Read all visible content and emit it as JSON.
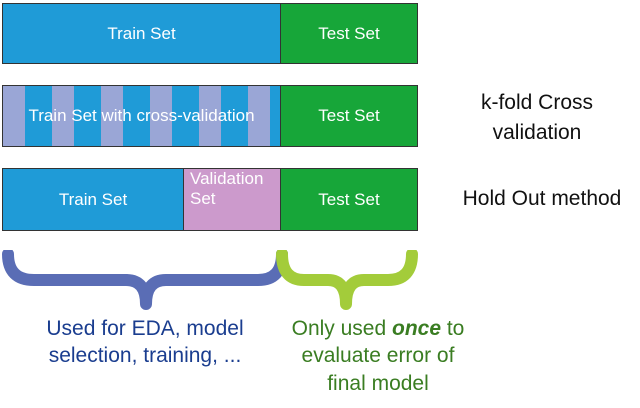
{
  "rows": [
    {
      "segments": [
        {
          "label": "Train Set"
        },
        {
          "label": "Test Set"
        }
      ],
      "side_label": ""
    },
    {
      "segments": [
        {
          "label": "Train Set with cross-validation"
        },
        {
          "label": "Test Set"
        }
      ],
      "side_label_line1": "k-fold Cross",
      "side_label_line2": "validation"
    },
    {
      "segments": [
        {
          "label": "Train Set"
        },
        {
          "label_line1": "Validation",
          "label_line2": "Set"
        },
        {
          "label": "Test Set"
        }
      ],
      "side_label": "Hold Out method"
    }
  ],
  "captions": {
    "left_line1": "Used for EDA, model",
    "left_line2": "selection, training, ...",
    "right_prefix": "Only used ",
    "right_emphasis": "once",
    "right_suffix": " to",
    "right_line2": "evaluate error of",
    "right_line3": "final model"
  },
  "colors": {
    "train": "#1f9bd7",
    "test": "#17a639",
    "validation": "#cc9acc",
    "cv_stripe": "#9aa6d6",
    "brace_left": "#5a6db5",
    "brace_right": "#a3cc3a",
    "caption_left": "#1a3d8f",
    "caption_right": "#3a7d22"
  }
}
